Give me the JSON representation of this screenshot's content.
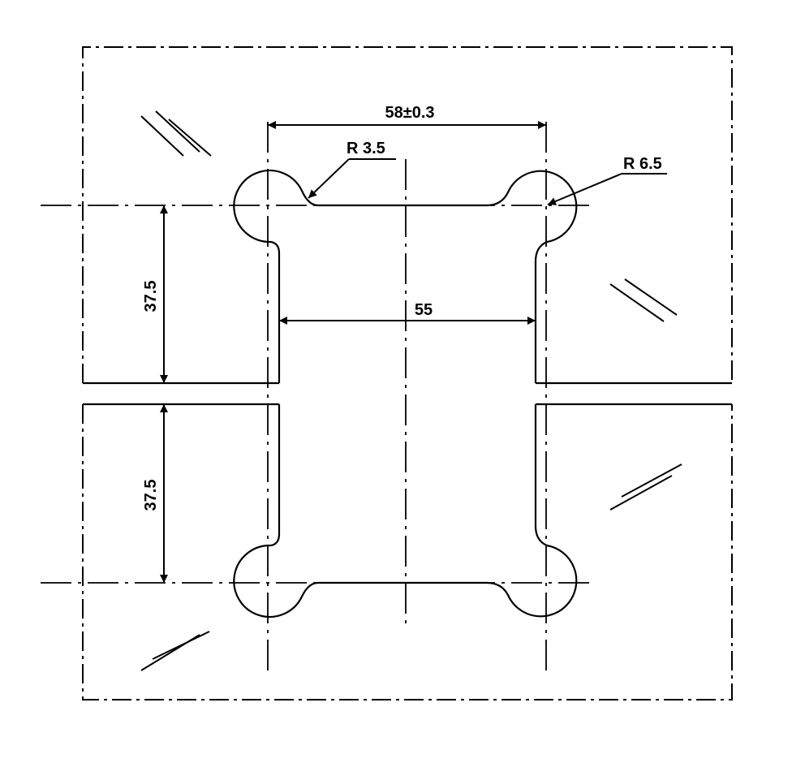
{
  "drawing": {
    "dimensions": {
      "top_width": "58±0.3",
      "inner_width": "55",
      "upper_height": "37.5",
      "lower_height": "37.5",
      "small_radius": "R 3.5",
      "large_radius": "R 6.5"
    },
    "colors": {
      "line": "#000000",
      "background": "#ffffff"
    }
  }
}
